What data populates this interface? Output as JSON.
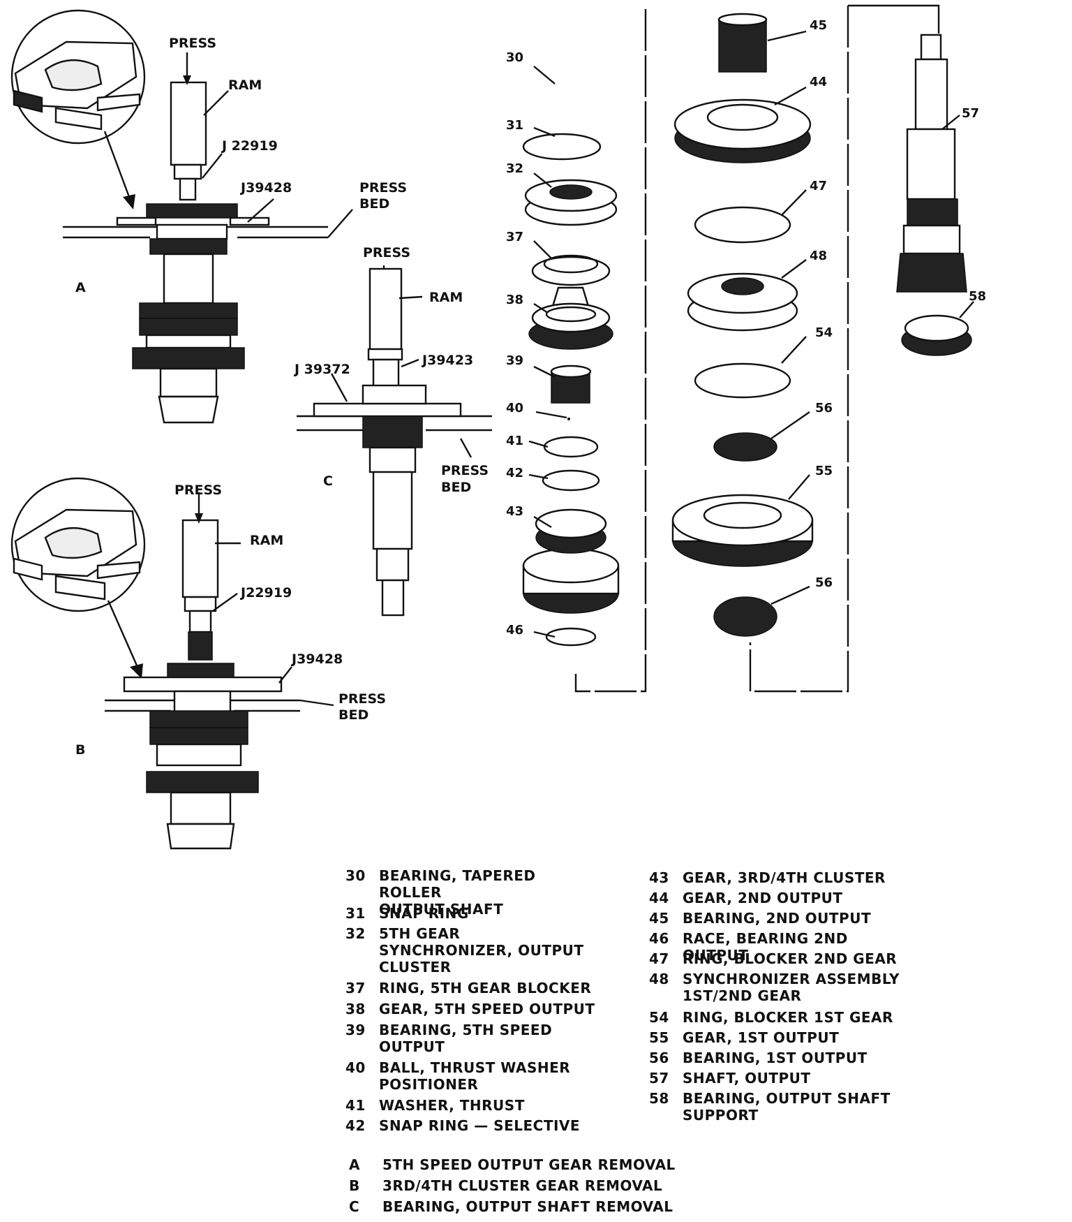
{
  "views": {
    "A": {
      "letter": "A",
      "press": "PRESS",
      "ram": "RAM",
      "tool1": "J 22919",
      "tool2": "J39428",
      "bed1": "PRESS",
      "bed2": "BED"
    },
    "B": {
      "letter": "B",
      "press": "PRESS",
      "ram": "RAM",
      "tool1": "J22919",
      "tool2": "J39428",
      "bed1": "PRESS",
      "bed2": "BED"
    },
    "C": {
      "letter": "C",
      "press": "PRESS",
      "ram": "RAM",
      "tool1": "J39423",
      "tool2": "J 39372",
      "bed1": "PRESS",
      "bed2": "BED"
    }
  },
  "callouts": [
    "30",
    "31",
    "32",
    "37",
    "38",
    "39",
    "40",
    "41",
    "42",
    "43",
    "46",
    "45",
    "44",
    "47",
    "48",
    "54",
    "56",
    "55",
    "56",
    "57",
    "58"
  ],
  "legend": {
    "left": [
      {
        "num": "30",
        "text": [
          "BEARING, TAPERED ROLLER",
          "OUTPUT SHAFT"
        ]
      },
      {
        "num": "31",
        "text": [
          "SNAP RING"
        ]
      },
      {
        "num": "32",
        "text": [
          "5TH GEAR",
          "SYNCHRONIZER, OUTPUT",
          "CLUSTER"
        ]
      },
      {
        "num": "37",
        "text": [
          "RING, 5TH GEAR BLOCKER"
        ]
      },
      {
        "num": "38",
        "text": [
          "GEAR, 5TH SPEED OUTPUT"
        ]
      },
      {
        "num": "39",
        "text": [
          "BEARING, 5TH SPEED",
          "OUTPUT"
        ]
      },
      {
        "num": "40",
        "text": [
          "BALL, THRUST WASHER",
          "POSITIONER"
        ]
      },
      {
        "num": "41",
        "text": [
          "WASHER, THRUST"
        ]
      },
      {
        "num": "42",
        "text": [
          "SNAP RING — SELECTIVE"
        ]
      }
    ],
    "right": [
      {
        "num": "43",
        "text": [
          "GEAR, 3RD/4TH CLUSTER"
        ]
      },
      {
        "num": "44",
        "text": [
          "GEAR, 2ND OUTPUT"
        ]
      },
      {
        "num": "45",
        "text": [
          "BEARING, 2ND OUTPUT"
        ]
      },
      {
        "num": "46",
        "text": [
          "RACE, BEARING 2ND OUTPUT"
        ]
      },
      {
        "num": "47",
        "text": [
          "RING, BLOCKER 2ND GEAR"
        ]
      },
      {
        "num": "48",
        "text": [
          "SYNCHRONIZER ASSEMBLY",
          "1ST/2ND GEAR"
        ]
      },
      {
        "num": "54",
        "text": [
          "RING, BLOCKER 1ST GEAR"
        ]
      },
      {
        "num": "55",
        "text": [
          "GEAR, 1ST OUTPUT"
        ]
      },
      {
        "num": "56",
        "text": [
          "BEARING, 1ST OUTPUT"
        ]
      },
      {
        "num": "57",
        "text": [
          "SHAFT, OUTPUT"
        ]
      },
      {
        "num": "58",
        "text": [
          "BEARING, OUTPUT SHAFT",
          "SUPPORT"
        ]
      }
    ],
    "views": [
      {
        "letter": "A",
        "text": "5TH SPEED OUTPUT GEAR REMOVAL"
      },
      {
        "letter": "B",
        "text": "3RD/4TH CLUSTER GEAR REMOVAL"
      },
      {
        "letter": "C",
        "text": "BEARING, OUTPUT SHAFT REMOVAL"
      }
    ]
  }
}
